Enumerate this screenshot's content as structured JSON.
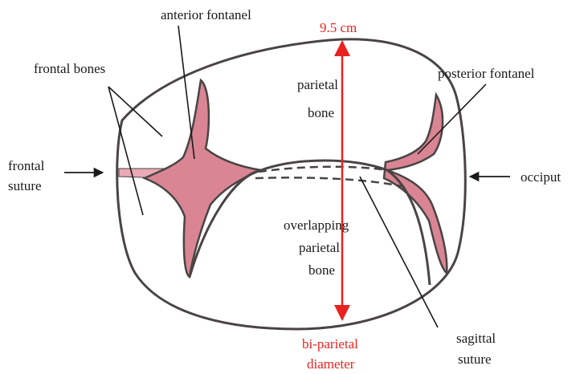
{
  "labels": {
    "anterior_fontanel": "anterior fontanel",
    "frontal_bones": "frontal bones",
    "frontal_suture_line1": "frontal",
    "frontal_suture_line2": "suture",
    "measurement": "9.5 cm",
    "parietal_bone_line1": "parietal",
    "parietal_bone_line2": "bone",
    "posterior_fontanel": "posterior fontanel",
    "occiput": "occiput",
    "overlapping_line1": "overlapping",
    "overlapping_line2": "parietal",
    "overlapping_line3": "bone",
    "biparietal_line1": "bi-parietal",
    "biparietal_line2": "diameter",
    "sagittal_suture_line1": "sagittal",
    "sagittal_suture_line2": "suture"
  },
  "colors": {
    "outline": "#4a4444",
    "fontanel_fill": "#d98594",
    "fontanel_light": "#e8aab4",
    "measure": "#e8231f",
    "pointer": "#1a1a1a"
  }
}
